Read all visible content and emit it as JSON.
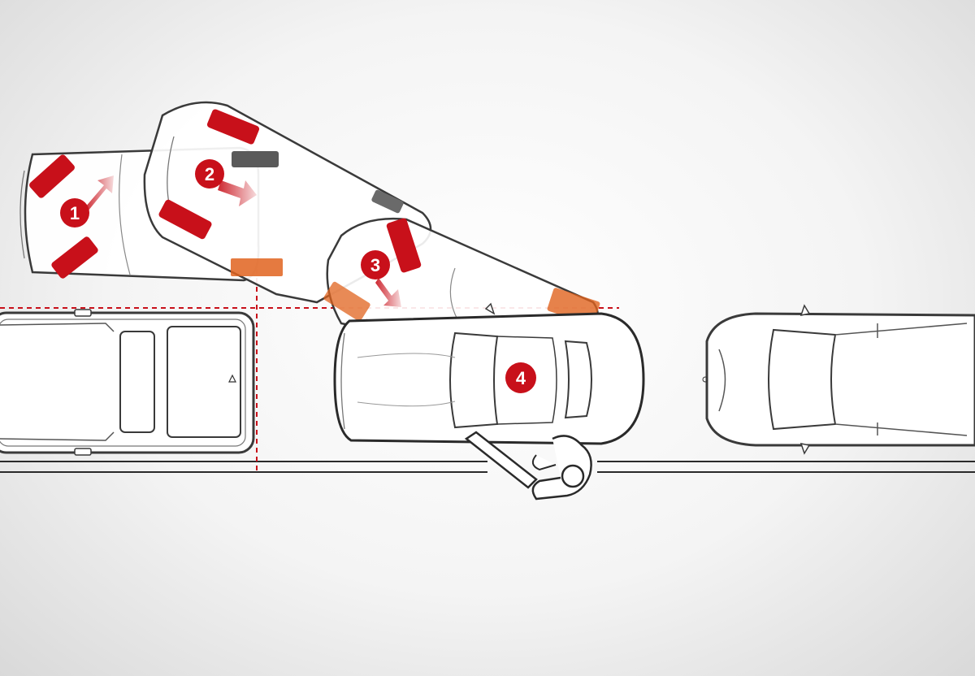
{
  "diagram": {
    "steps": [
      {
        "number": "1"
      },
      {
        "number": "2"
      },
      {
        "number": "3"
      },
      {
        "number": "4"
      }
    ]
  },
  "colors": {
    "sensor_red": "#c8101a",
    "sensor_orange": "#e0631e",
    "guide_line": "#c8101a",
    "outline": "#3a3a3a",
    "car_fill": "#ffffff"
  }
}
